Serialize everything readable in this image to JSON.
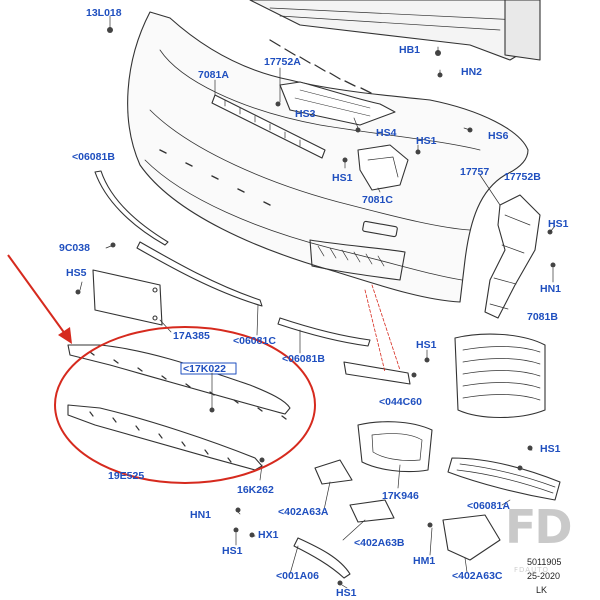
{
  "labels": {
    "p13L018": "13L018",
    "hb1": "HB1",
    "hn2": "HN2",
    "p7081A": "7081A",
    "p17752A": "17752A",
    "hs3": "HS3",
    "hs4": "HS4",
    "hs6": "HS6",
    "hs1_top": "HS1",
    "p06081B_left": "<06081B",
    "hs1_mid": "HS1",
    "p7081C": "7081C",
    "p17757": "17757",
    "p17752B": "17752B",
    "hs1_right": "HS1",
    "hn1_right": "HN1",
    "p9C038": "9C038",
    "hs5": "HS5",
    "p17A385": "17A385",
    "p06081C": "<06081C",
    "p06081B_mid": "<06081B",
    "p7081B": "7081B",
    "hs1_grille": "HS1",
    "p17K022": "<17K022",
    "p044C60": "<044C60",
    "p19E525": "19E525",
    "p16K262": "16K262",
    "p17K946": "17K946",
    "hs1_lower": "HS1",
    "p06081A": "<06081A",
    "hn1_bottom": "HN1",
    "hs1_bottom": "HS1",
    "hx1": "HX1",
    "p402A63A": "<402A63A",
    "p402A63B": "<402A63B",
    "hm1": "HM1",
    "p402A63C": "<402A63C",
    "p001A06": "<001A06",
    "hs1_last": "HS1"
  },
  "footer": {
    "ref_number": "5011905",
    "date": "25-2020",
    "region": "LK"
  },
  "watermark": {
    "logo": "FD",
    "sub": "FDAUTO"
  },
  "colors": {
    "label": "#1f4fbf",
    "line_art": "#333333",
    "highlight_circle": "#d62a1e",
    "arrow": "#d62a1e"
  }
}
